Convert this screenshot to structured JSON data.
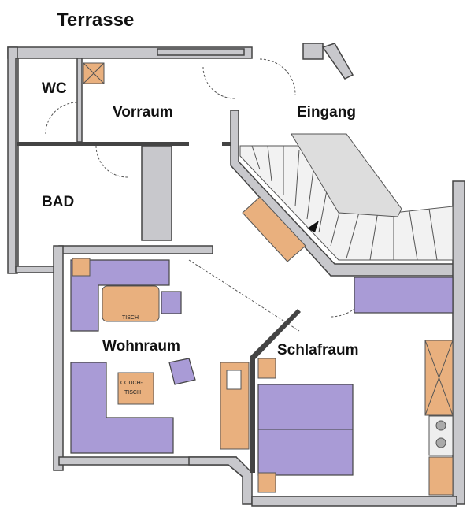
{
  "plan": {
    "title": "Terrasse",
    "rooms": {
      "wc": "WC",
      "vorraum": "Vorraum",
      "eingang": "Eingang",
      "bad": "BAD",
      "wohnraum": "Wohnraum",
      "schlafraum": "Schlafraum"
    },
    "furniture": {
      "tisch": "TISCH",
      "couchtisch_1": "COUCH-",
      "couchtisch_2": "TISCH"
    },
    "colors": {
      "sofa": "#a99bd6",
      "wood": "#e9b07e",
      "wall": "#c8c8cc"
    }
  }
}
